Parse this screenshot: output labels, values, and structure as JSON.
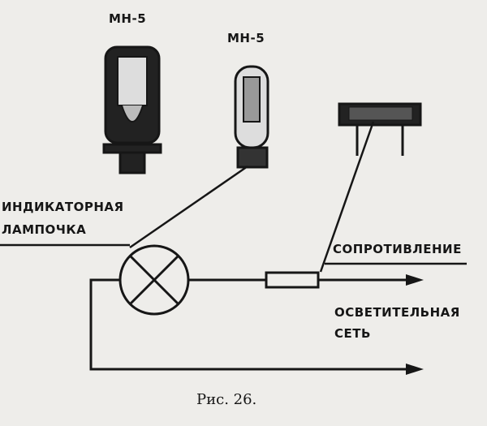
{
  "labels": {
    "bulb1": "МН-5",
    "bulb2": "МН-5",
    "indicator_line1": "ИНДИКАТОРНАЯ",
    "indicator_line2": "ЛАМПОЧКА",
    "resistance": "СОПРОТИВЛЕНИЕ",
    "network_line1": "ОСВЕТИТЕЛЬНАЯ",
    "network_line2": "СЕТЬ"
  },
  "caption": "Рис. 26."
}
